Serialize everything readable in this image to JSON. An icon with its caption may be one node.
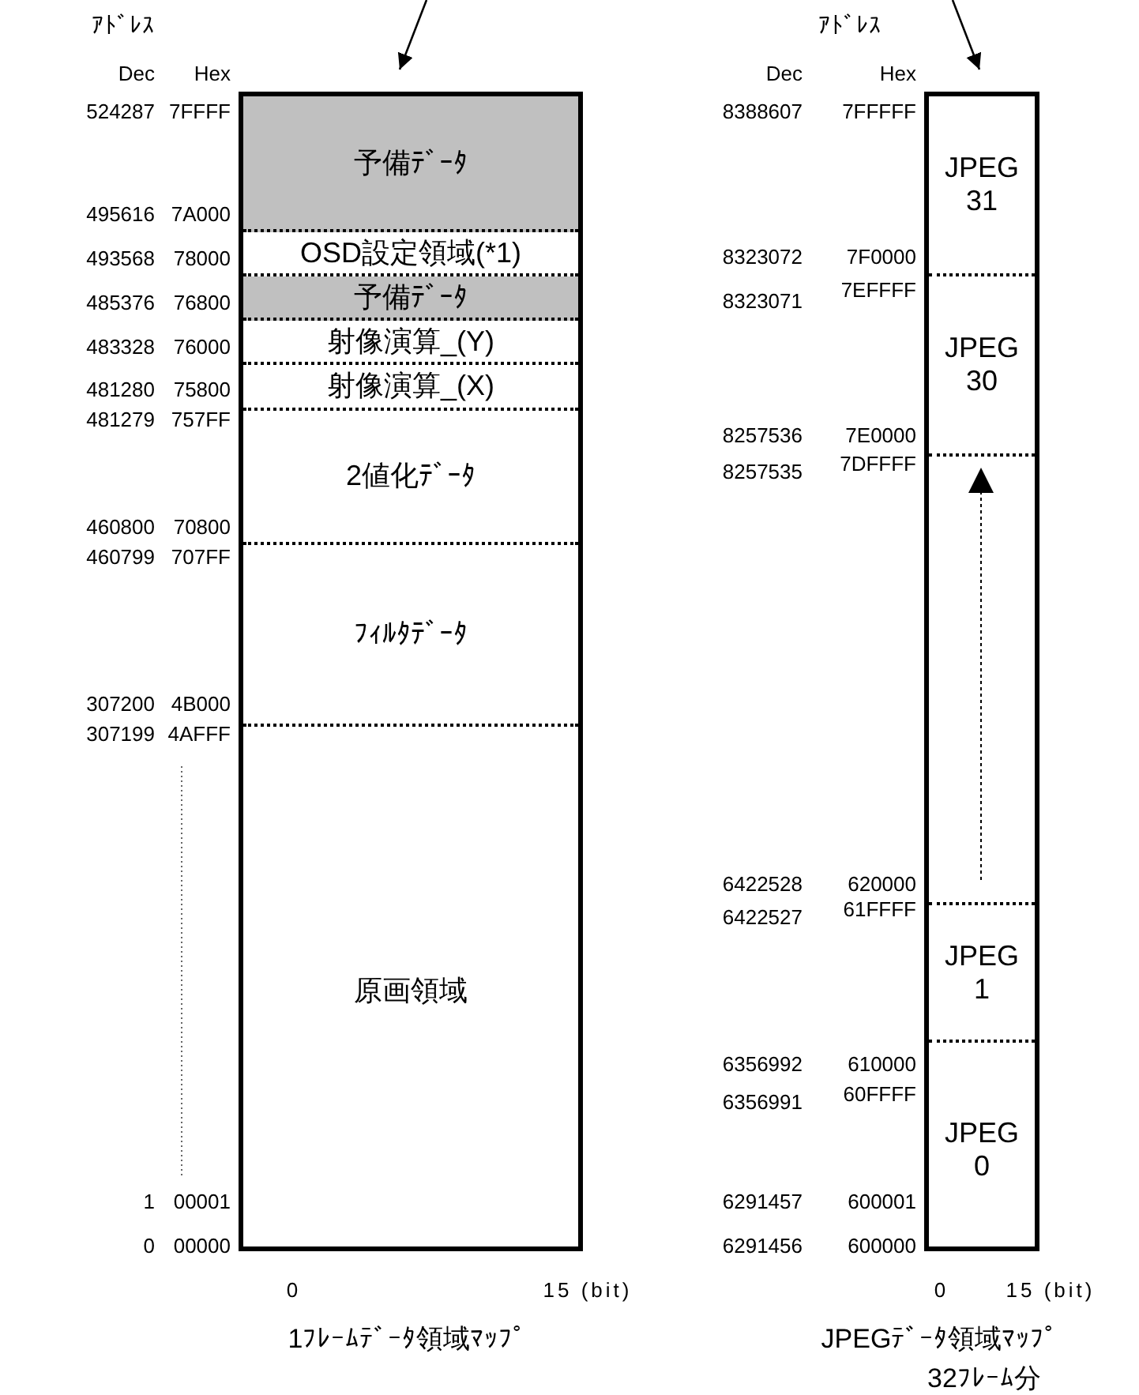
{
  "diagram": {
    "nodes": [
      {
        "text": [],
        "shape": "box",
        "beside": [
          "1ﾌﾚｰﾑﾃﾞｰﾀ領域ﾏｯﾌﾟ"
        ]
      },
      {
        "text": [
          "予備ﾃﾞｰﾀ"
        ],
        "in": 0
      },
      {
        "text": [
          "OSD設定領域(*1)"
        ],
        "in": 0
      },
      {
        "text": [
          "予備ﾃﾞｰﾀ"
        ],
        "in": 0
      },
      {
        "text": [
          "射像演算_(Y)"
        ],
        "in": 0
      },
      {
        "text": [
          "射像演算_(X)"
        ],
        "in": 0
      },
      {
        "text": [
          "2値化ﾃﾞｰﾀ"
        ],
        "in": 0
      },
      {
        "text": [
          "ﾌｨﾙﾀﾃﾞｰﾀ"
        ],
        "in": 0
      },
      {
        "text": [
          "原画領域"
        ],
        "in": 0
      },
      {
        "text": [],
        "shape": "box",
        "beside": [
          "JPEGﾃﾞｰﾀ領域ﾏｯﾌﾟ",
          "32ﾌﾚｰﾑ分"
        ]
      },
      {
        "text": [
          "JPEG 31"
        ],
        "in": 9
      },
      {
        "text": [
          "JPEG 30"
        ],
        "in": 9
      },
      {
        "text": [],
        "shape": "box",
        "in": 9
      },
      {
        "text": [
          "JPEG 1"
        ],
        "in": 9
      },
      {
        "text": [
          "JPEG 0"
        ],
        "in": 9
      }
    ],
    "edges": [
      {
        "from": null,
        "to": 0,
        "arrow": "to"
      },
      {
        "from": null,
        "to": 9,
        "arrow": "to"
      }
    ],
    "labels": [
      "ｱﾄﾞﾚｽ",
      "Dec",
      "Hex",
      "524287",
      "7FFFF",
      "495616",
      "7A000",
      "493568",
      "78000",
      "485376",
      "76800",
      "483328",
      "76000",
      "481280",
      "75800",
      "481279",
      "757FF",
      "460800",
      "70800",
      "460799",
      "707FF",
      "307200",
      "4B000",
      "307199",
      "4AFFF",
      "1",
      "00001",
      "0",
      "00000",
      "0",
      "15 (bit)",
      "ｱﾄﾞﾚｽ",
      "Dec",
      "Hex",
      "8388607",
      "7FFFFF",
      "8323072",
      "7F0000",
      "8323071",
      "7EFFFF",
      "8257536",
      "7E0000",
      "8257535",
      "7DFFFF",
      "6422528",
      "620000",
      "6422527",
      "61FFFF",
      "6356992",
      "610000",
      "6356991",
      "60FFFF",
      "6291457",
      "600001",
      "6291456",
      "600000",
      "0",
      "15 (bit)"
    ]
  }
}
